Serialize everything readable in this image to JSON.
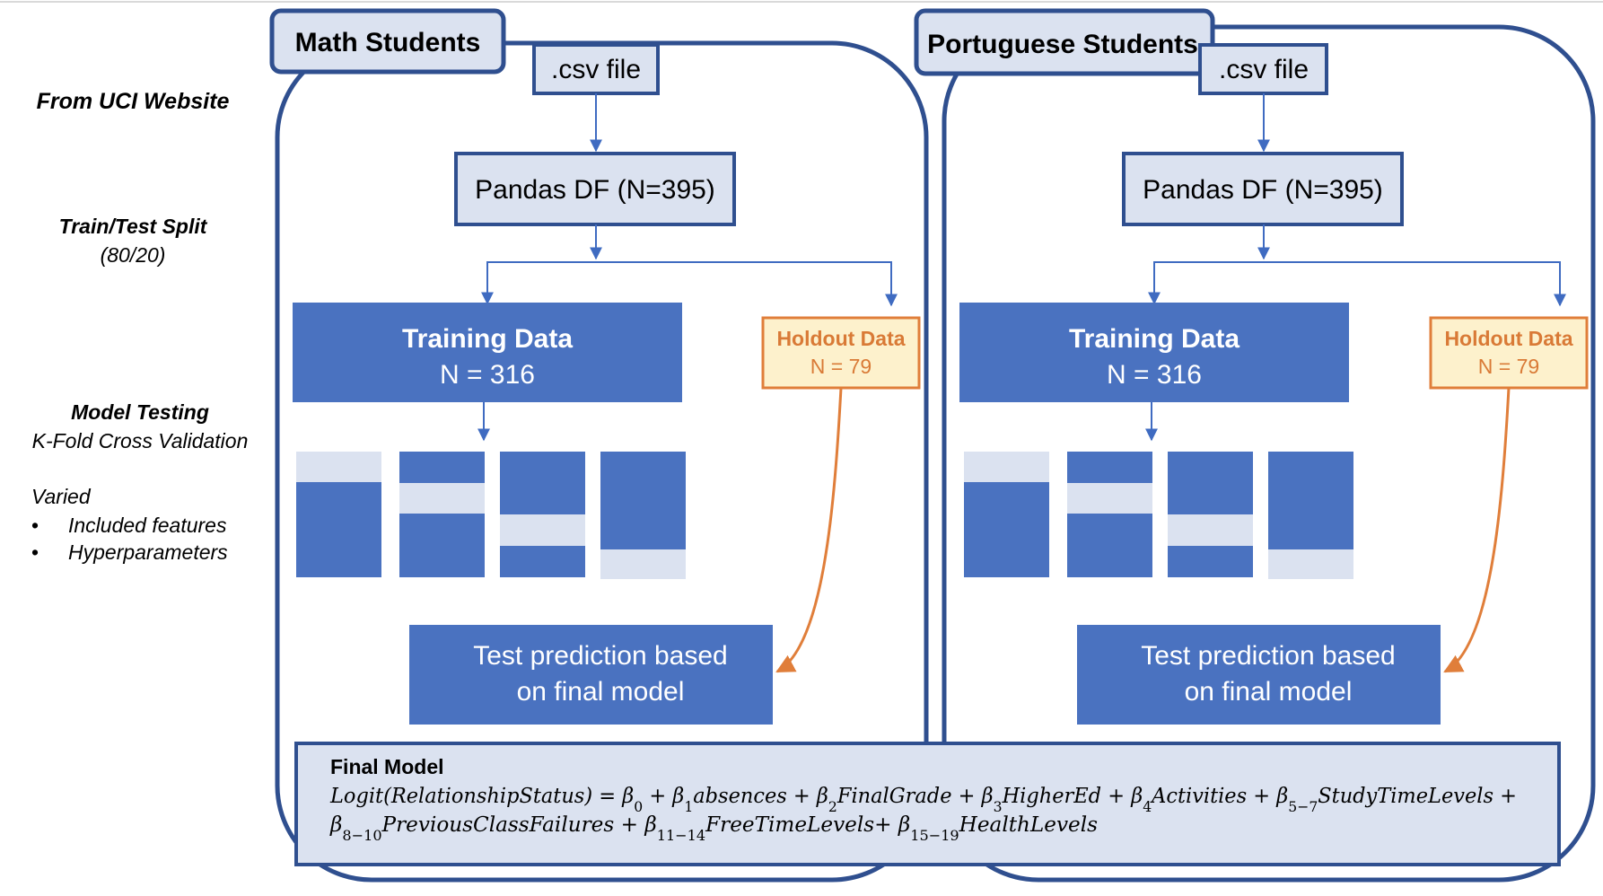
{
  "side_labels": {
    "source": "From UCI Website",
    "split_title": "Train/Test Split",
    "split_ratio": "(80/20)",
    "testing_title": "Model Testing",
    "testing_method": "K-Fold Cross Validation",
    "varied_title": "Varied",
    "varied_items": [
      "Included features",
      "Hyperparameters"
    ]
  },
  "bullet_glyph": "•",
  "panels": [
    {
      "title": "Math Students",
      "csv_label": ".csv file",
      "dataframe_label": "Pandas DF (N=395)",
      "training_title": "Training Data",
      "training_n": "N = 316",
      "holdout_title": "Holdout Data",
      "holdout_n": "N = 79",
      "test_line1": "Test prediction based",
      "test_line2": "on final model"
    },
    {
      "title": "Portuguese Students",
      "csv_label": ".csv file",
      "dataframe_label": "Pandas DF (N=395)",
      "training_title": "Training Data",
      "training_n": "N = 316",
      "holdout_title": "Holdout Data",
      "holdout_n": "N = 79",
      "test_line1": "Test prediction based",
      "test_line2": "on final model"
    }
  ],
  "final_model": {
    "title": "Final Model",
    "line1": [
      {
        "t": "Logit(RelationshipStatus) = "
      },
      {
        "t": "β"
      },
      {
        "sub": "0"
      },
      {
        "t": " + β"
      },
      {
        "sub": "1"
      },
      {
        "t": "absences + β"
      },
      {
        "sub": "2"
      },
      {
        "t": "FinalGrade + β"
      },
      {
        "sub": "3"
      },
      {
        "t": "HigherEd + β"
      },
      {
        "sub": "4"
      },
      {
        "t": "Activities + β"
      },
      {
        "sub": "5−7"
      },
      {
        "t": "StudyTimeLevels +"
      }
    ],
    "line2": [
      {
        "t": "β"
      },
      {
        "sub": "8−10"
      },
      {
        "t": "PreviousClassFailures + β"
      },
      {
        "sub": "11−14"
      },
      {
        "t": "FreeTimeLevels+ β"
      },
      {
        "sub": "15−19"
      },
      {
        "t": "HealthLevels"
      }
    ]
  },
  "colors": {
    "primary_blue": "#4a72c0",
    "light_blue": "#dbe2f0",
    "dark_outline": "#2f4f8f",
    "holdout_fill": "#fdf1cc",
    "holdout_border": "#e07e3a",
    "arrow_blue": "#3f6bc1",
    "arrow_orange": "#e07e3a"
  }
}
